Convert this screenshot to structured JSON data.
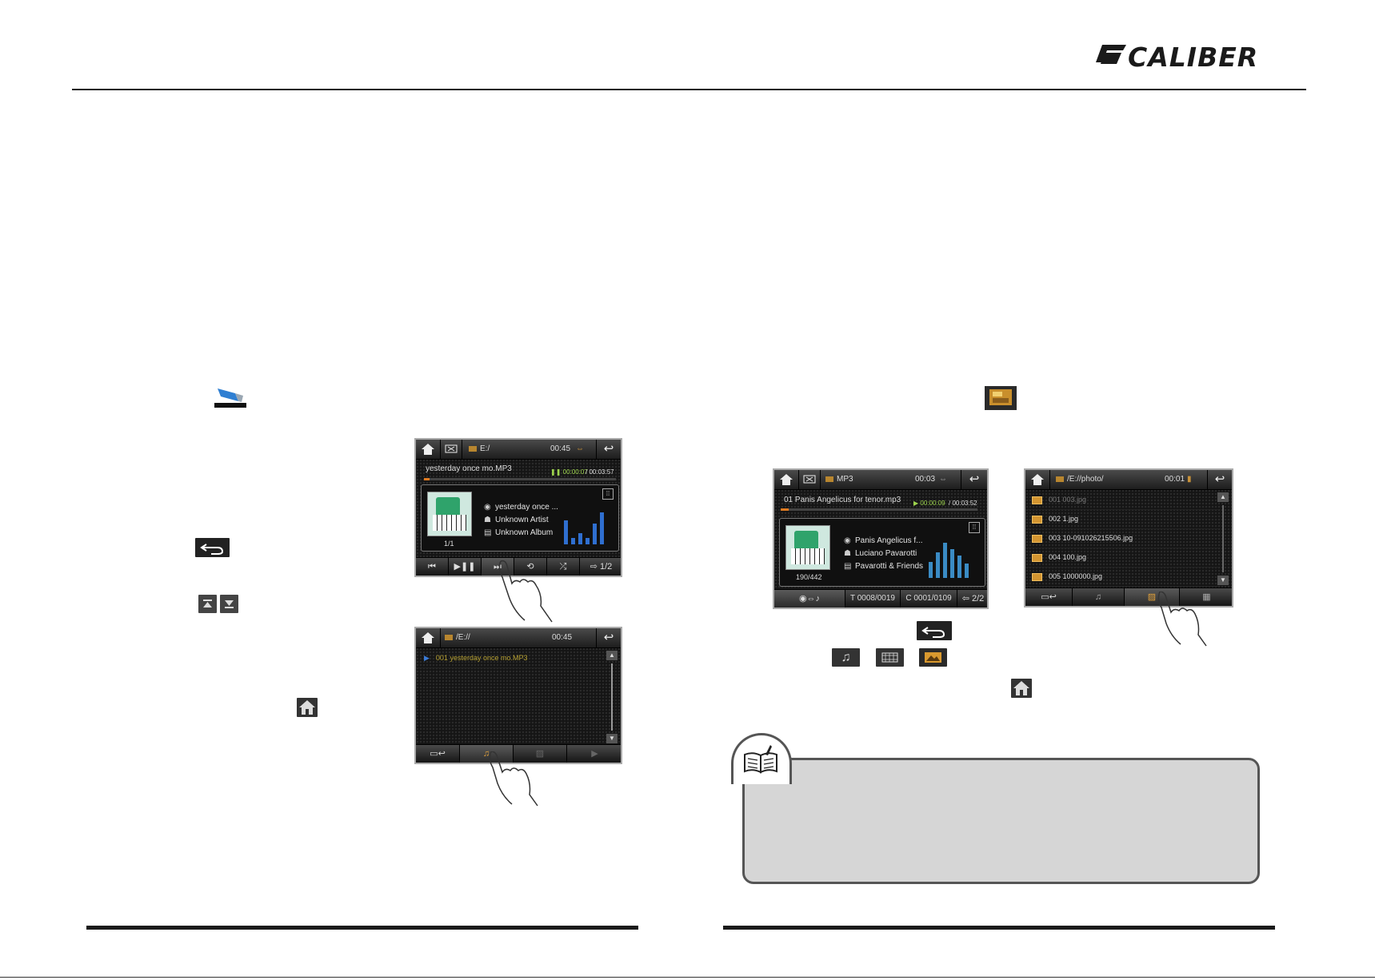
{
  "brand": {
    "name": "CALIBER"
  },
  "screen_a": {
    "folder": "E:/",
    "clock": "00:45",
    "song": "yesterday once mo.MP3",
    "elapsed": "00:00:07",
    "total": "/ 00:03:57",
    "track": "yesterday once ...",
    "artist": "Unknown Artist",
    "album": "Unknown Album",
    "count": "1/1",
    "page": "1/2",
    "progress": 0.03
  },
  "screen_b": {
    "folder": "/E://",
    "clock": "00:45",
    "item": "001 yesterday once mo.MP3"
  },
  "screen_c": {
    "folder": "MP3",
    "clock": "00:03",
    "song": "01 Panis Angelicus for tenor.mp3",
    "elapsed": "00:00:09",
    "total": "/ 00:03:52",
    "track": "Panis Angelicus f...",
    "artist": "Luciano Pavarotti",
    "album": "Pavarotti & Friends",
    "count": "190/442",
    "title_counter": "T 0008/0019",
    "chapter_counter": "C 0001/0109",
    "page": "2/2",
    "progress": 0.04
  },
  "screen_d": {
    "folder": "/E://photo/",
    "clock": "00:01",
    "items": [
      "001 003.jpg",
      "002 1.jpg",
      "003 10-091026215506.jpg",
      "004 100.jpg",
      "005 1000000.jpg"
    ]
  },
  "icons": {
    "usb": "usb-icon",
    "sd": "sd-card-icon",
    "back": "back-icon",
    "home": "home-icon",
    "scroll_up": "scroll-up-icon",
    "scroll_down": "scroll-down-icon",
    "music": "music-icon",
    "video": "video-icon",
    "photo": "photo-icon",
    "note": "book-icon"
  }
}
